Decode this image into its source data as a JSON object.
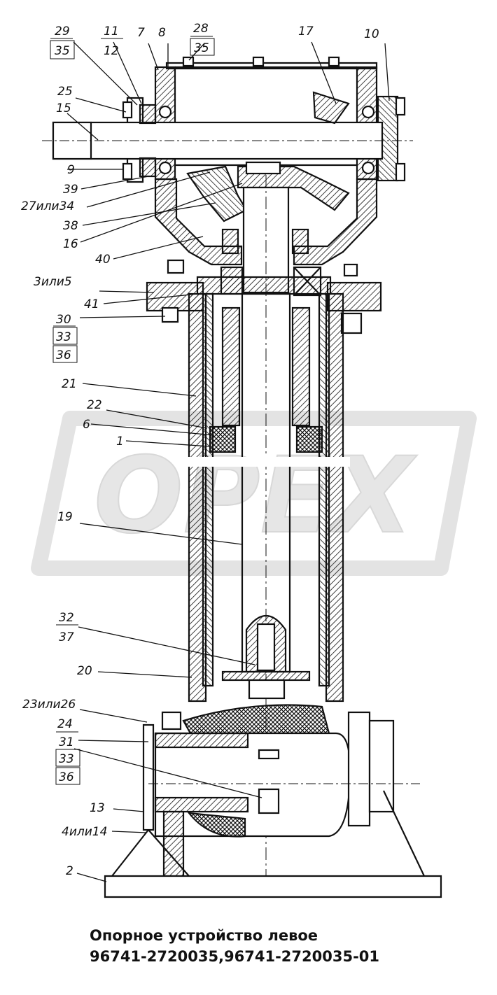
{
  "watermark": "OPEX",
  "caption": {
    "line1": "Опорное устройство левое",
    "line2": "96741-2720035,96741-2720035-01"
  },
  "callouts": [
    {
      "id": "c29-35",
      "text": [
        "29",
        "35"
      ]
    },
    {
      "id": "c11-12",
      "text": [
        "11",
        "12"
      ]
    },
    {
      "id": "c7",
      "text": [
        "7"
      ]
    },
    {
      "id": "c8",
      "text": [
        "8"
      ]
    },
    {
      "id": "c28-35",
      "text": [
        "28",
        "35"
      ]
    },
    {
      "id": "c17",
      "text": [
        "17"
      ]
    },
    {
      "id": "c10",
      "text": [
        "10"
      ]
    },
    {
      "id": "c25",
      "text": [
        "25"
      ]
    },
    {
      "id": "c15",
      "text": [
        "15"
      ]
    },
    {
      "id": "c9",
      "text": [
        "9"
      ]
    },
    {
      "id": "c39",
      "text": [
        "39"
      ]
    },
    {
      "id": "c27or34",
      "text": [
        "27или34"
      ]
    },
    {
      "id": "c38",
      "text": [
        "38"
      ]
    },
    {
      "id": "c16",
      "text": [
        "16"
      ]
    },
    {
      "id": "c40",
      "text": [
        "40"
      ]
    },
    {
      "id": "c3or5",
      "text": [
        "3или5"
      ]
    },
    {
      "id": "c41",
      "text": [
        "41"
      ]
    },
    {
      "id": "c30-33-36",
      "text": [
        "30",
        "33",
        "36"
      ]
    },
    {
      "id": "c21",
      "text": [
        "21"
      ]
    },
    {
      "id": "c22",
      "text": [
        "22"
      ]
    },
    {
      "id": "c6",
      "text": [
        "6"
      ]
    },
    {
      "id": "c1",
      "text": [
        "1"
      ]
    },
    {
      "id": "c19",
      "text": [
        "19"
      ]
    },
    {
      "id": "c32-37",
      "text": [
        "32",
        "37"
      ]
    },
    {
      "id": "c20",
      "text": [
        "20"
      ]
    },
    {
      "id": "c23or26",
      "text": [
        "23или26"
      ]
    },
    {
      "id": "c24",
      "text": [
        "24"
      ]
    },
    {
      "id": "c31-33-36",
      "text": [
        "31",
        "33",
        "36"
      ]
    },
    {
      "id": "c13",
      "text": [
        "13"
      ]
    },
    {
      "id": "c4or14",
      "text": [
        "4или14"
      ]
    },
    {
      "id": "c2",
      "text": [
        "2"
      ]
    }
  ]
}
